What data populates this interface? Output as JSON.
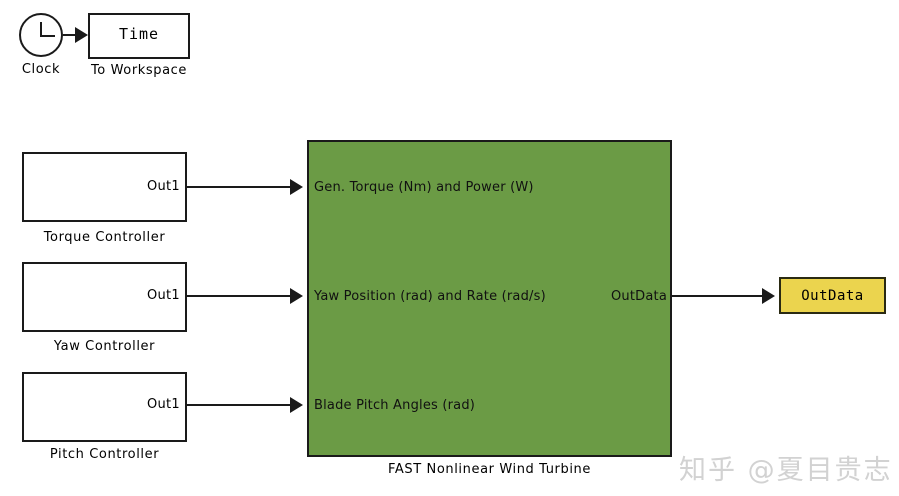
{
  "diagram": {
    "type": "simulink-block-diagram",
    "background_color": "#ffffff",
    "line_color": "#1a1a1a"
  },
  "clock": {
    "icon": "clock-icon",
    "caption": "Clock"
  },
  "to_workspace": {
    "body_text": "Time",
    "caption": "To Workspace"
  },
  "controllers": [
    {
      "caption": "Torque Controller",
      "port_label": "Out1",
      "name": "torque-controller"
    },
    {
      "caption": "Yaw Controller",
      "port_label": "Out1",
      "name": "yaw-controller"
    },
    {
      "caption": "Pitch Controller",
      "port_label": "Out1",
      "name": "pitch-controller"
    }
  ],
  "subsystem": {
    "caption": "FAST Nonlinear Wind Turbine",
    "fill_color": "#6B9B45",
    "border_color": "#1a1a1a",
    "inports": [
      "Gen. Torque (Nm) and Power (W)",
      "Yaw Position (rad) and Rate (rad/s)",
      "Blade Pitch Angles (rad)"
    ],
    "outports": [
      "OutData"
    ]
  },
  "outport_block": {
    "label": "OutData",
    "fill_color": "#EBD44E",
    "border_color": "#2a2a12"
  },
  "watermark": {
    "text": "知乎 @夏目贵志",
    "color": "#d2d2d2"
  }
}
